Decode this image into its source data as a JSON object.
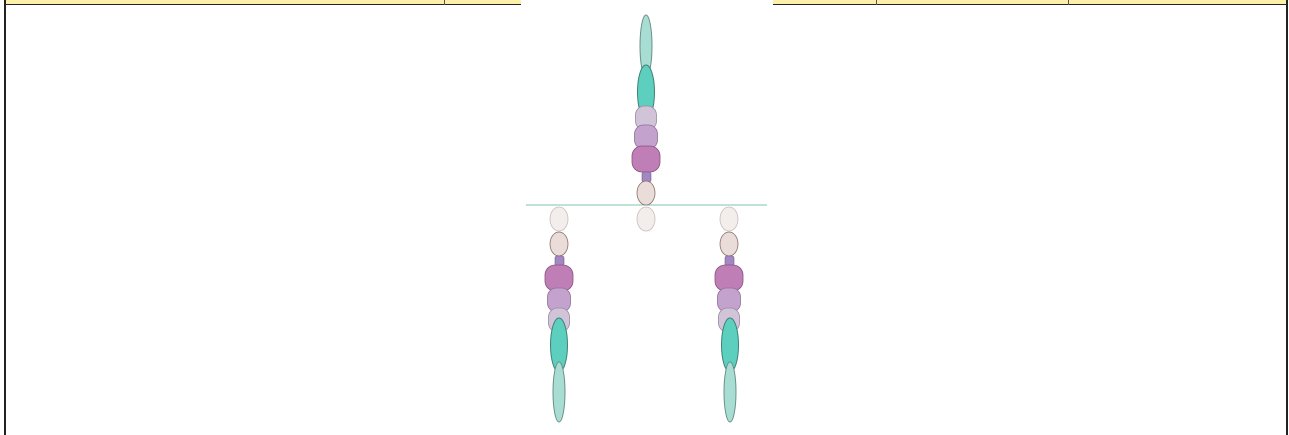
{
  "colors": {
    "header_fill": "#fdf0a8",
    "frame_border": "#222222",
    "guide_line": "#7fc4a8",
    "tip_pale_teal": "#a8ddd3",
    "tip_teal": "#5ccfbe",
    "segment_light_lavender": "#d2c4d8",
    "segment_lavender": "#c3a3cd",
    "segment_magenta": "#bf7fb6",
    "connector_violet": "#a487c2",
    "bead_blush": "#eadcd8",
    "bead_ghost": "#f3eeec"
  },
  "diagram": {
    "structures": [
      {
        "id": "upper",
        "orientation": "tip-up"
      },
      {
        "id": "lower-left",
        "orientation": "tip-down"
      },
      {
        "id": "lower-right",
        "orientation": "tip-down"
      }
    ]
  }
}
